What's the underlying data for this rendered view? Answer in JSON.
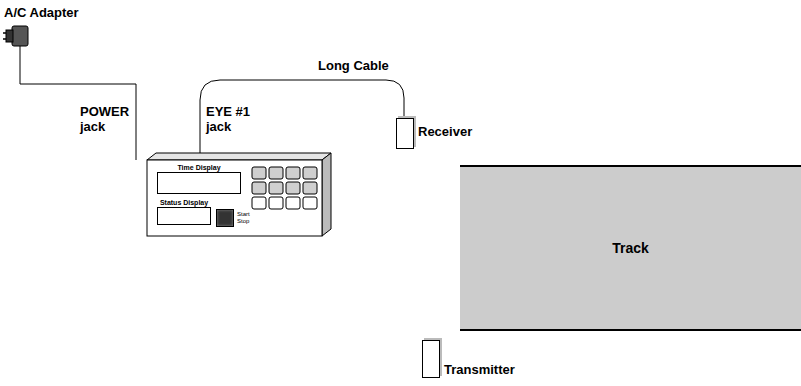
{
  "diagram": {
    "nodes": [
      {
        "text": [
          "Time Display"
        ]
      },
      {
        "text": [
          "Status Display"
        ]
      },
      {
        "text": [
          "Start Stop"
        ]
      },
      {
        "text": [
          "Receiver"
        ]
      },
      {
        "text": [
          "Track"
        ]
      },
      {
        "text": [
          "Transmitter"
        ]
      }
    ],
    "labels": [
      "A/C Adapter",
      "POWER jack",
      "EYE #1 jack",
      "Long Cable"
    ]
  }
}
